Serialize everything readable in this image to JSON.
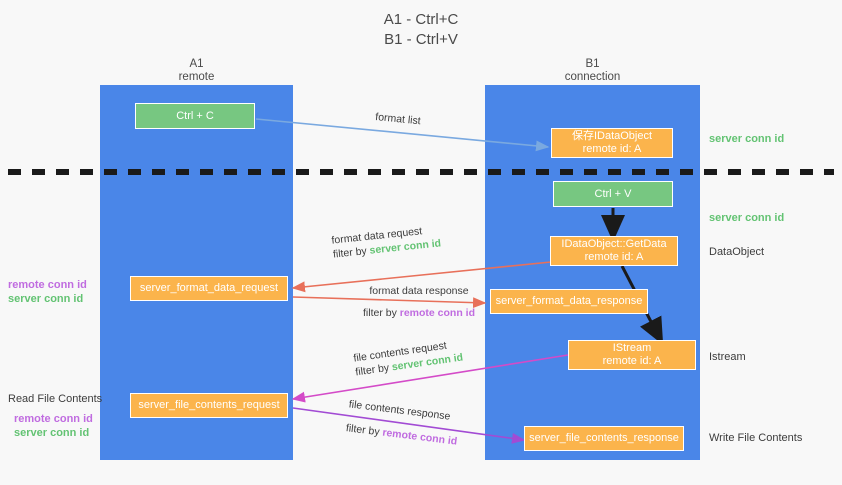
{
  "title": {
    "line1": "A1 - Ctrl+C",
    "line2": "B1 - Ctrl+V"
  },
  "lanes": [
    {
      "id": "a1",
      "name": "A1",
      "role": "remote",
      "color": "#4a86e8"
    },
    {
      "id": "b1",
      "name": "B1",
      "role": "connection",
      "color": "#4a86e8"
    }
  ],
  "colors": {
    "lane": "#4a86e8",
    "green_box": "#77c781",
    "orange_box": "#fbb44c",
    "green_text": "#63c373",
    "purple_text": "#c06ce0",
    "arrow_blue": "#7aa9e0",
    "arrow_red": "#e8705a",
    "arrow_magenta": "#d44bc8",
    "arrow_purple": "#a24bd4",
    "arrow_black": "#1a1a1a",
    "divider": "#1a1a1a",
    "background": "#f8f8f8"
  },
  "boxes": [
    {
      "key": "ctrl_c",
      "label": "Ctrl + C",
      "sub": "",
      "style": "green"
    },
    {
      "key": "save_idataobject",
      "label": "保存IDataObject",
      "sub": "remote id: A",
      "style": "orange"
    },
    {
      "key": "ctrl_v",
      "label": "Ctrl + V",
      "sub": "",
      "style": "green"
    },
    {
      "key": "idataobject_getdata",
      "label": "IDataObject::GetData",
      "sub": "remote id: A",
      "style": "orange"
    },
    {
      "key": "server_format_data_request",
      "label": "server_format_data_request",
      "sub": "",
      "style": "orange"
    },
    {
      "key": "server_format_data_response",
      "label": "server_format_data_response",
      "sub": "",
      "style": "orange"
    },
    {
      "key": "istream",
      "label": "IStream",
      "sub": "remote id: A",
      "style": "orange"
    },
    {
      "key": "server_file_contents_request",
      "label": "server_file_contents_request",
      "sub": "",
      "style": "orange"
    },
    {
      "key": "server_file_contents_response",
      "label": "server_file_contents_response",
      "sub": "",
      "style": "orange"
    }
  ],
  "right_annotations": [
    {
      "key": "ann_server_conn_id_1",
      "text": "server conn id",
      "style": "green"
    },
    {
      "key": "ann_server_conn_id_2",
      "text": "server conn id",
      "style": "green"
    },
    {
      "key": "ann_dataobject",
      "text": "DataObject",
      "style": "dark"
    },
    {
      "key": "ann_istream",
      "text": "Istream",
      "style": "dark"
    },
    {
      "key": "ann_write_file",
      "text": "Write File Contents",
      "style": "dark"
    }
  ],
  "left_annotations": [
    {
      "key": "left_conn_ids_1",
      "remote": "remote conn id",
      "server": "server conn id",
      "heading": ""
    },
    {
      "key": "left_conn_ids_2",
      "remote": "remote conn id",
      "server": "server conn id",
      "heading": "Read File Contents"
    }
  ],
  "edges": [
    {
      "key": "format_list",
      "label": "format list",
      "filter_prefix": "",
      "filter_value": "",
      "filter_kind": ""
    },
    {
      "key": "format_data_request",
      "label": "format data request",
      "filter_prefix": "filter by",
      "filter_value": "server conn id",
      "filter_kind": "green"
    },
    {
      "key": "format_data_response",
      "label": "format data response",
      "filter_prefix": "filter by",
      "filter_value": "remote conn id",
      "filter_kind": "purple"
    },
    {
      "key": "file_contents_request",
      "label": "file contents request",
      "filter_prefix": "filter by",
      "filter_value": "server conn id",
      "filter_kind": "green"
    },
    {
      "key": "file_contents_response",
      "label": "file contents response",
      "filter_prefix": "filter by",
      "filter_value": "remote conn id",
      "filter_kind": "purple"
    }
  ]
}
